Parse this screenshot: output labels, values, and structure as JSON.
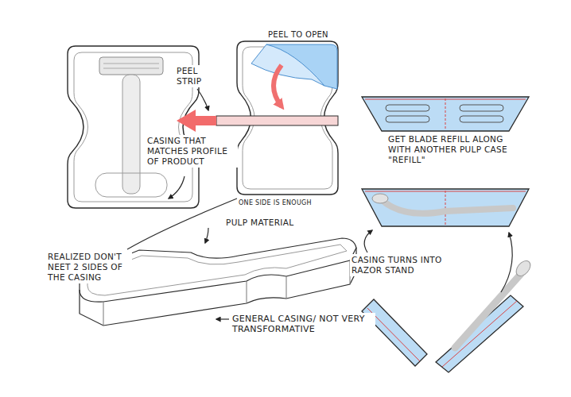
{
  "diagram": {
    "labels": [
      "PEEL TO OPEN",
      "PEEL STRIP",
      "CASING THAT MATCHES PROFILE OF PRODUCT",
      "GET BLADE REFILL ALONG WITH ANOTHER PULP CASE \"REFILL\"",
      "ONE SIDE IS ENOUGH",
      "PULP MATERIAL",
      "REALIZED DON'T NEET 2 SIDES OF THE CASING",
      "CASING TURNS INTO RAZOR STAND",
      "GENERAL CASING/ NOT VERY TRANSFORMATIVE"
    ]
  }
}
